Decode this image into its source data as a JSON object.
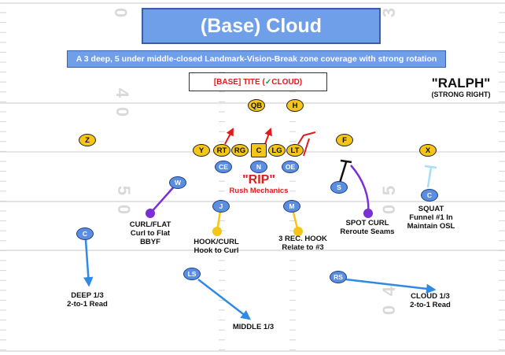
{
  "title": "(Base) Cloud",
  "subtitle": "A 3 deep, 5 under middle-closed Landmark-Vision-Break zone coverage with strong rotation",
  "formation": {
    "prefix": "[BASE] TITE (",
    "check": "✓",
    "word": "CLOUD",
    "suffix": ")"
  },
  "call": {
    "name": "\"RALPH\"",
    "detail": "(STRONG RIGHT)"
  },
  "yard_numbers": [
    "0",
    "3",
    "4",
    "0",
    "5",
    "0",
    "5",
    "0",
    "4",
    "0"
  ],
  "rip": {
    "title": "\"RIP\"",
    "subtitle": "Rush Mechanics"
  },
  "offense": [
    {
      "id": "qb",
      "label": "QB"
    },
    {
      "id": "h",
      "label": "H"
    },
    {
      "id": "z",
      "label": "Z"
    },
    {
      "id": "y",
      "label": "Y"
    },
    {
      "id": "rt",
      "label": "RT"
    },
    {
      "id": "rg",
      "label": "RG"
    },
    {
      "id": "c",
      "label": "C"
    },
    {
      "id": "lg",
      "label": "LG"
    },
    {
      "id": "lt",
      "label": "LT"
    },
    {
      "id": "f",
      "label": "F"
    },
    {
      "id": "x",
      "label": "X"
    }
  ],
  "defense": [
    {
      "id": "ce",
      "label": "CE"
    },
    {
      "id": "n",
      "label": "N"
    },
    {
      "id": "oe",
      "label": "OE"
    },
    {
      "id": "w",
      "label": "W"
    },
    {
      "id": "j",
      "label": "J"
    },
    {
      "id": "m",
      "label": "M"
    },
    {
      "id": "s",
      "label": "S"
    },
    {
      "id": "c-right",
      "label": "C"
    },
    {
      "id": "c-left",
      "label": "C"
    },
    {
      "id": "ls",
      "label": "LS"
    },
    {
      "id": "rs",
      "label": "RS"
    }
  ],
  "assignments": {
    "w": [
      "CURL/FLAT",
      "Curl to Flat",
      "BBYF"
    ],
    "j": [
      "HOOK/CURL",
      "Hook to Curl"
    ],
    "m": [
      "3 REC. HOOK",
      "Relate to #3"
    ],
    "s": [
      "SPOT CURL",
      "Reroute Seams"
    ],
    "c_right": [
      "SQUAT",
      "Funnel #1 In",
      "Maintain OSL"
    ],
    "c_left": [
      "DEEP 1/3",
      "2-to-1 Read"
    ],
    "ls": [
      "MIDDLE 1/3"
    ],
    "rs": [
      "CLOUD 1/3",
      "2-to-1 Read"
    ]
  },
  "colors": {
    "offense_fill": "#f5c518",
    "defense_fill": "#5b8ee0",
    "deep_zone": "#2f8ae6",
    "hook_zone": "#f5c518",
    "curl_flat": "#7b2fd4",
    "squat": "#a9def4",
    "rush": "#e01b1b",
    "banner": "#6f9fe8"
  }
}
